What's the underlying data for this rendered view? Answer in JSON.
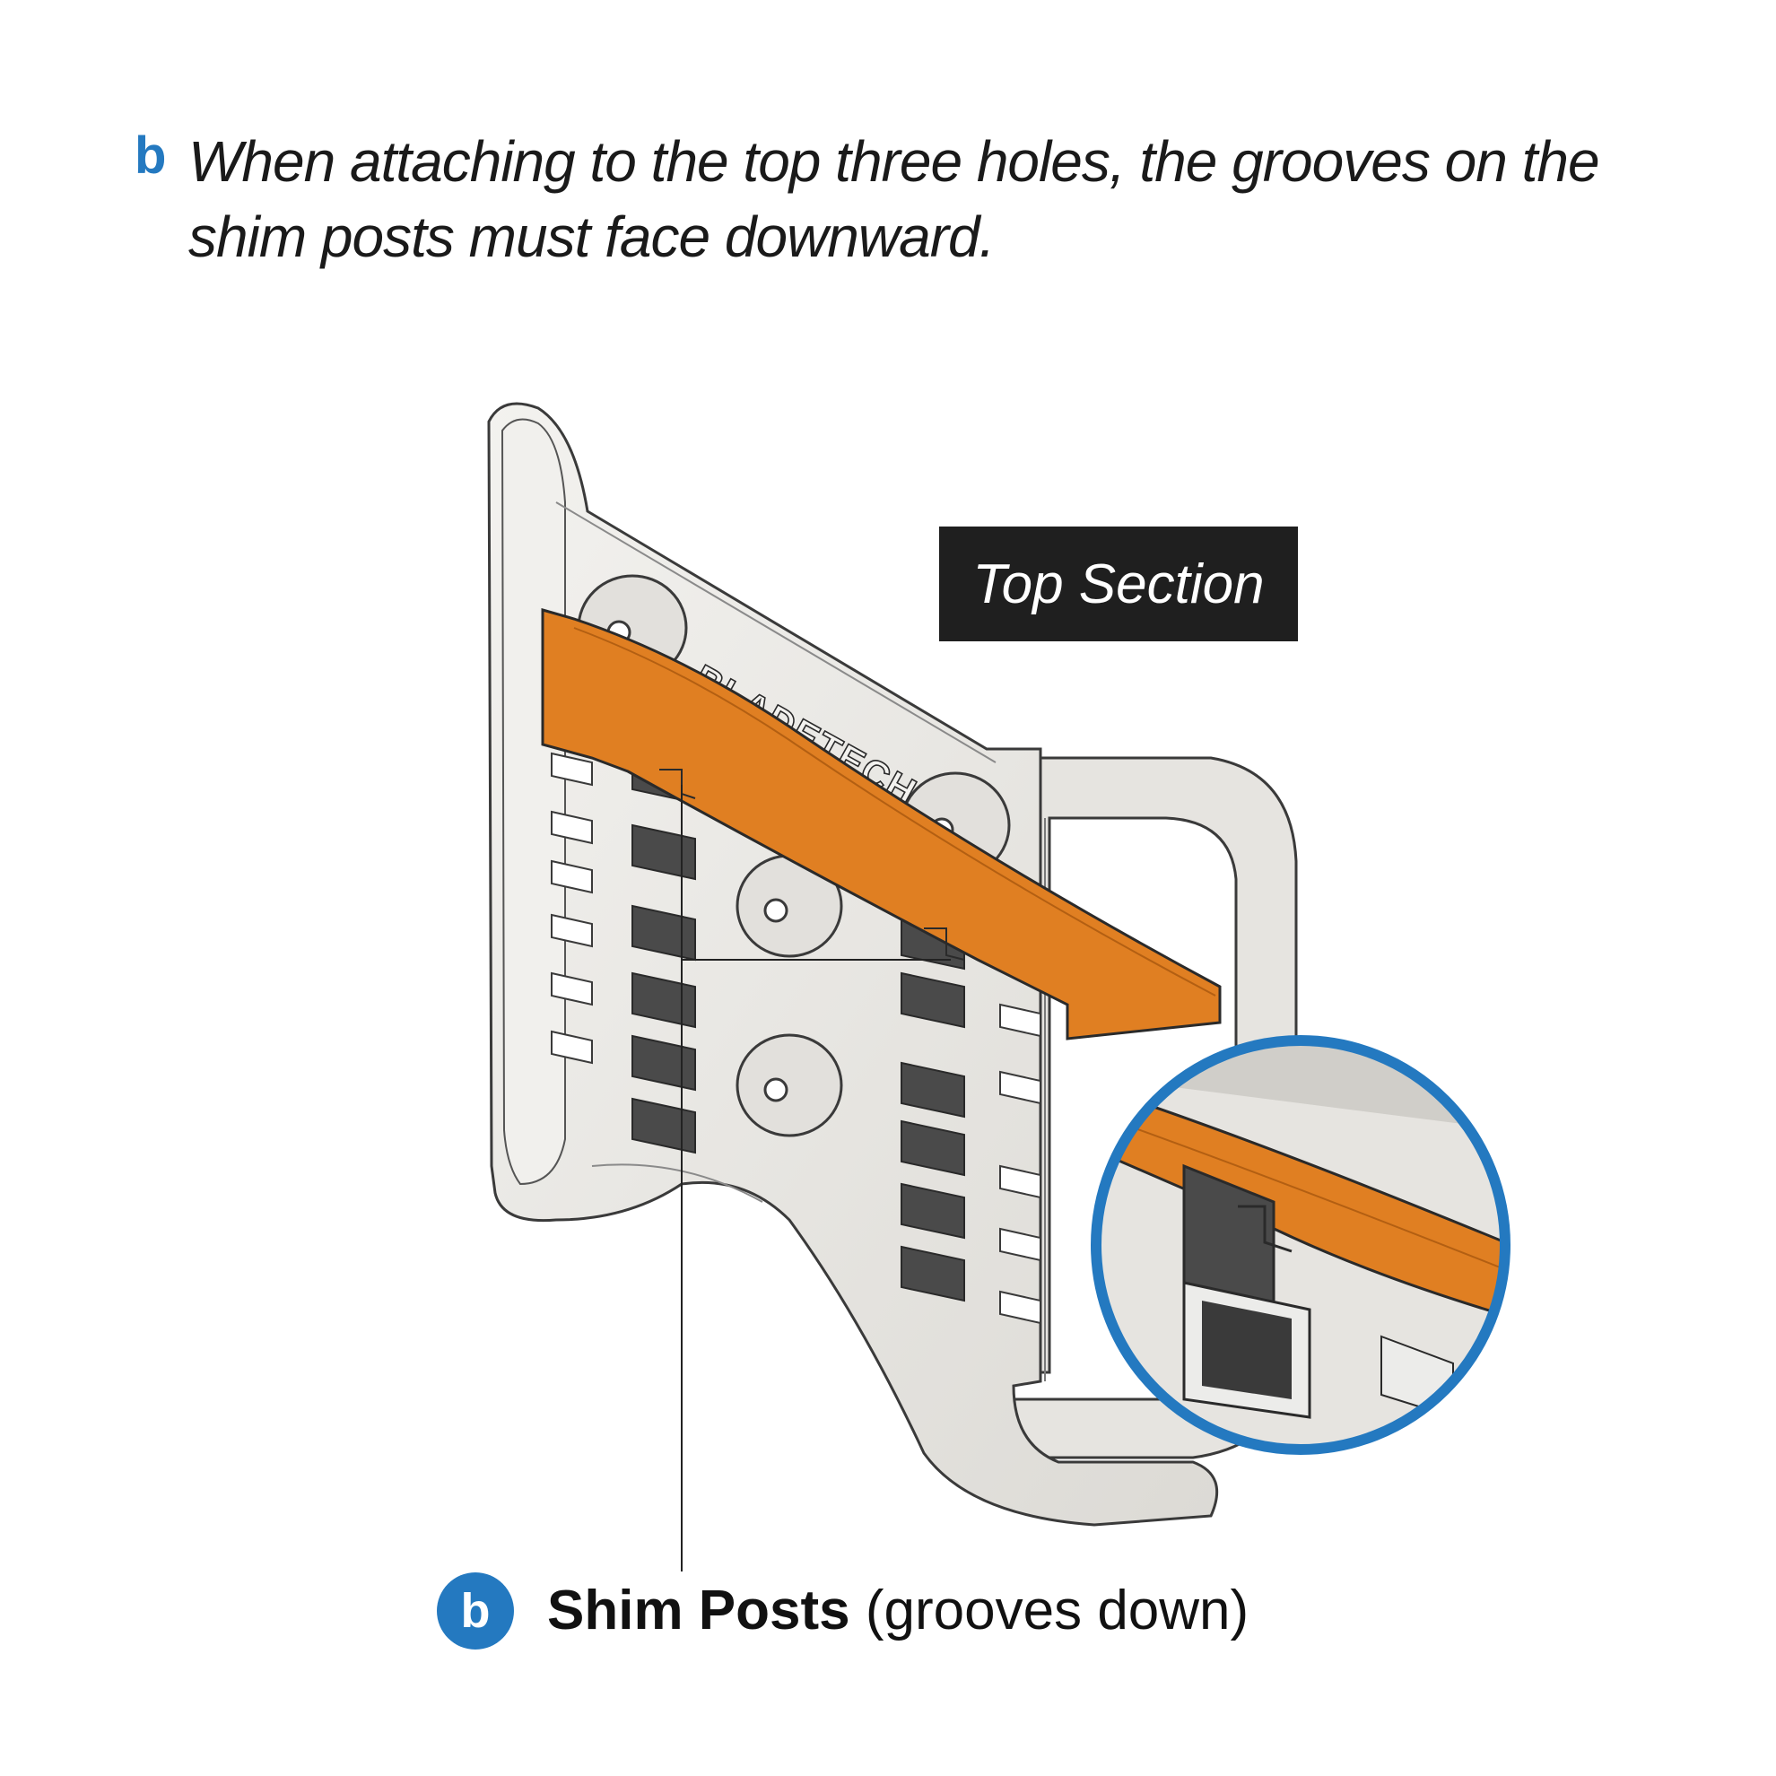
{
  "instruction": {
    "step": "b",
    "text": "When attaching to the top three holes, the grooves on the shim posts must face downward."
  },
  "section_label": "Top Section",
  "logo_text": "BLADETECH",
  "callout": {
    "badge": "b",
    "bold": "Shim Posts",
    "note": "(grooves down)"
  },
  "colors": {
    "accent_blue": "#2479c0",
    "shim_orange": "#e07f22",
    "plate_gray": "#ecebe8",
    "outline": "#3a3a3a"
  }
}
